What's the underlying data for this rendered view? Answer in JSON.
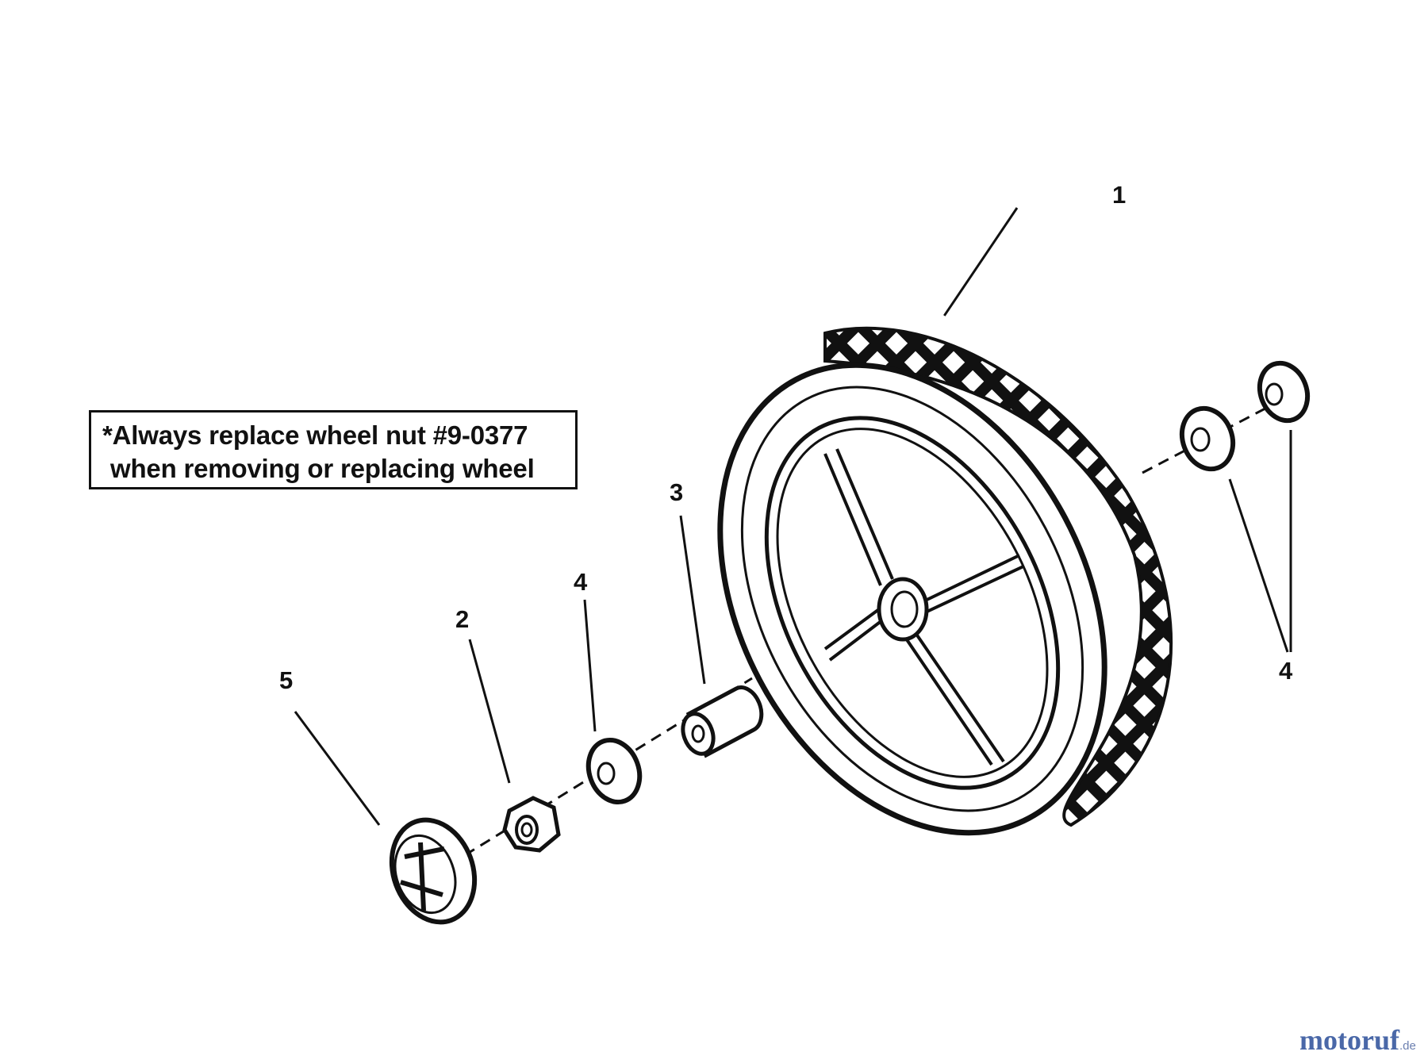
{
  "note": {
    "line1": "*Always replace wheel nut #9-0377",
    "line2": "when removing or replacing wheel"
  },
  "callouts": {
    "wheel": "1",
    "nut": "2",
    "spacer": "3",
    "washer_left": "4",
    "washer_right": "4",
    "hubcap": "5"
  },
  "parts": [
    {
      "number": "1",
      "name": "wheel-tire"
    },
    {
      "number": "2",
      "name": "wheel-nut"
    },
    {
      "number": "3",
      "name": "spacer-bushing"
    },
    {
      "number": "4",
      "name": "washer"
    },
    {
      "number": "5",
      "name": "hub-cap"
    }
  ],
  "watermark": {
    "main": "motoruf",
    "tld": ".de"
  },
  "colors": {
    "ink": "#111111",
    "watermark": "#4a68a8"
  }
}
